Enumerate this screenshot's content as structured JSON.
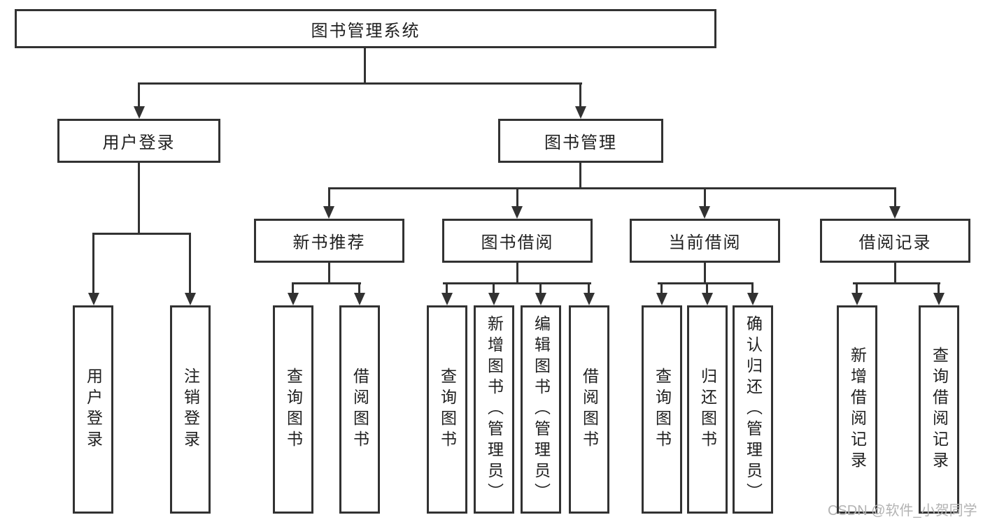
{
  "diagram": {
    "root": {
      "label": "图书管理系统"
    },
    "level1": [
      {
        "label": "用户登录"
      },
      {
        "label": "图书管理"
      }
    ],
    "level2": [
      {
        "label": "新书推荐"
      },
      {
        "label": "图书借阅"
      },
      {
        "label": "当前借阅"
      },
      {
        "label": "借阅记录"
      }
    ],
    "leaves": {
      "user": [
        "用户登录",
        "注销登录"
      ],
      "recommend": [
        "查询图书",
        "借阅图书"
      ],
      "borrow": [
        "查询图书",
        "新增图书（管理员）",
        "编辑图书（管理员）",
        "借阅图书"
      ],
      "current": [
        "查询图书",
        "归还图书",
        "确认归还（管理员）"
      ],
      "records": [
        "新增借阅记录",
        "查询借阅记录"
      ]
    }
  },
  "watermark": {
    "text": "CSDN @软件_小贺同学"
  },
  "colors": {
    "line": "#323232",
    "text": "#1f1f1f",
    "watermark": "#b3b3b3",
    "background": "#ffffff"
  }
}
